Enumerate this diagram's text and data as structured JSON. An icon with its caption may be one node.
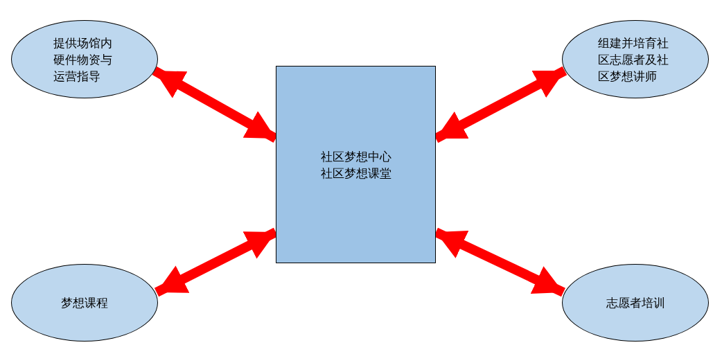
{
  "diagram": {
    "nodes": [
      {
        "text": [
          "提供场馆内硬件物资与运营指导"
        ]
      },
      {
        "text": [
          "组建并培育社区志愿者及社区梦想讲师"
        ]
      },
      {
        "text": [
          "社区梦想中心",
          "社区梦想课堂"
        ]
      },
      {
        "text": [
          "梦想课程"
        ]
      },
      {
        "text": [
          "志愿者培训"
        ]
      }
    ],
    "edges": [
      {
        "from": 0,
        "to": 2,
        "arrow": "both",
        "color": "#ff0000"
      },
      {
        "from": 1,
        "to": 2,
        "arrow": "both",
        "color": "#ff0000"
      },
      {
        "from": 3,
        "to": 2,
        "arrow": "both",
        "color": "#ff0000"
      },
      {
        "from": 4,
        "to": 2,
        "arrow": "both",
        "color": "#ff0000"
      }
    ]
  }
}
